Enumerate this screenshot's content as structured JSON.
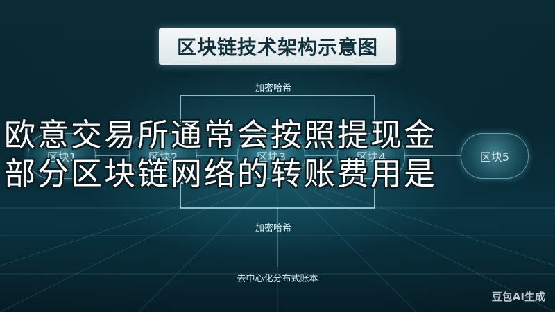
{
  "title": "区块链技术架构示意图",
  "top_edge_label": "加密哈希",
  "bottom_edge_label": "加密哈希",
  "footer_label": "去中心化分布式账本",
  "blocks": [
    {
      "label": "区块1"
    },
    {
      "label": "区块2"
    },
    {
      "label": "区块3"
    },
    {
      "label": "区块4"
    },
    {
      "label": "区块5"
    }
  ],
  "overlay_lines": [
    "欧意交易所通常会按照提现金",
    "部分区块链网络的转账费用是"
  ],
  "watermark": "豆包AI生成",
  "colors": {
    "background": "#082630",
    "accent": "#7fd4e0",
    "title_box": "#eef3f5"
  }
}
